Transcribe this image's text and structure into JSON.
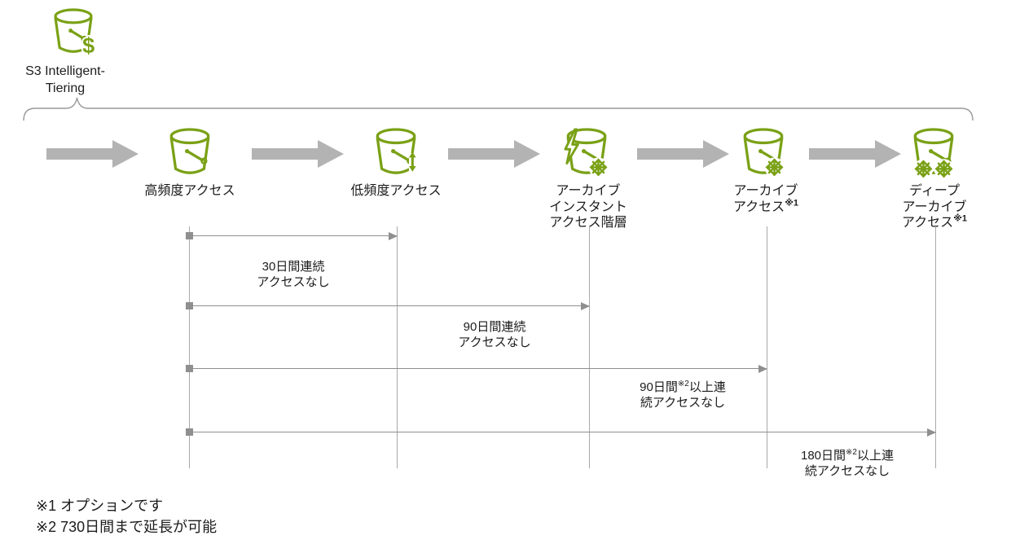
{
  "colors": {
    "bucket-green": "#7aa116",
    "block-arrow-gray": "#b3b3b3",
    "timeline-gray": "#8f8f8f",
    "guide-line-gray": "#a9a9a9",
    "brace-gray": "#999999",
    "text-black": "#1c1c1c"
  },
  "header": {
    "icon": "s3-bucket-dollar-icon",
    "title_line1": "S3 Intelligent-",
    "title_line2": "Tiering"
  },
  "tiers": [
    {
      "icon": "s3-bucket-icon",
      "lines": [
        "高頻度アクセス"
      ],
      "sup": ""
    },
    {
      "icon": "s3-bucket-updown-arrow-icon",
      "lines": [
        "低頻度アクセス"
      ],
      "sup": ""
    },
    {
      "icon": "s3-bucket-lightning-snowflake-icon",
      "lines": [
        "アーカイブ",
        "インスタント",
        "アクセス階層"
      ],
      "sup": ""
    },
    {
      "icon": "s3-bucket-snowflake-icon",
      "lines": [
        "アーカイブ",
        "アクセス"
      ],
      "sup": "※1"
    },
    {
      "icon": "s3-bucket-double-snowflake-icon",
      "lines": [
        "ディープ",
        "アーカイブ",
        "アクセス"
      ],
      "sup": "※1"
    }
  ],
  "timelines": [
    {
      "line1_prefix": "30日間連続",
      "line1_sup": "",
      "line1_suffix": "",
      "line2": "アクセスなし"
    },
    {
      "line1_prefix": "90日間連続",
      "line1_sup": "",
      "line1_suffix": "",
      "line2": "アクセスなし"
    },
    {
      "line1_prefix": "90日間",
      "line1_sup": "※2",
      "line1_suffix": "以上連",
      "line2": "続アクセスなし"
    },
    {
      "line1_prefix": "180日間",
      "line1_sup": "※2",
      "line1_suffix": "以上連",
      "line2": "続アクセスなし"
    }
  ],
  "footnotes": [
    "※1 オプションです",
    "※2 730日間まで延長が可能"
  ]
}
